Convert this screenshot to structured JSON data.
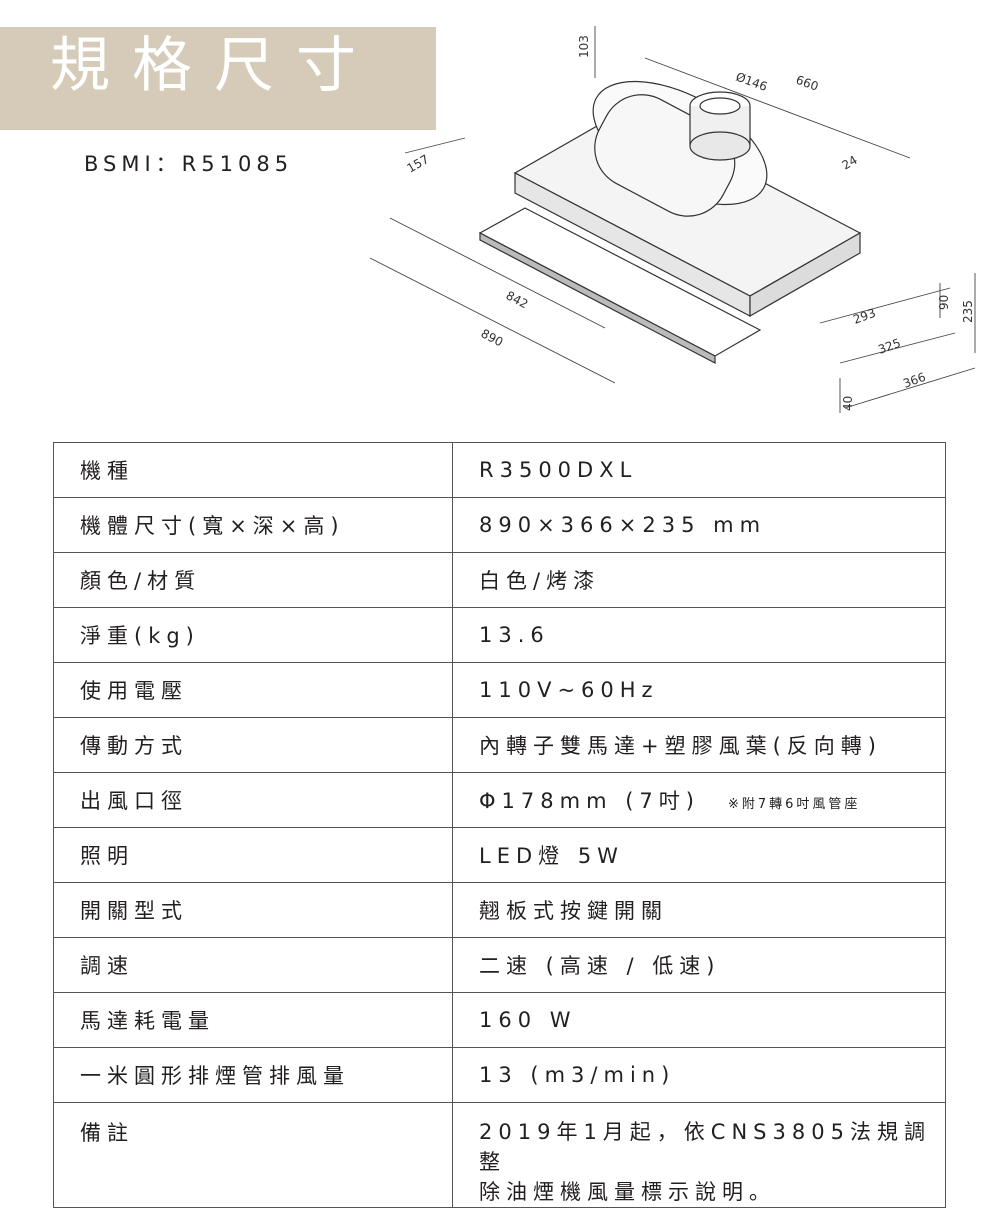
{
  "header": {
    "title": "規格尺寸",
    "bsmi": "BSMI：R51085"
  },
  "diagram": {
    "dims": [
      "103",
      "Ø146",
      "660",
      "157",
      "24",
      "842",
      "890",
      "293",
      "90",
      "235",
      "325",
      "366",
      "40"
    ]
  },
  "specs": [
    {
      "label": "機種",
      "value": "R3500DXL"
    },
    {
      "label": "機體尺寸(寬×深×高)",
      "value": "890×366×235 mm"
    },
    {
      "label": "顏色/材質",
      "value": "白色/烤漆"
    },
    {
      "label": "淨重(kg)",
      "value": "13.6"
    },
    {
      "label": "使用電壓",
      "value": "110V~60Hz"
    },
    {
      "label": "傳動方式",
      "value": "內轉子雙馬達+塑膠風葉(反向轉)"
    },
    {
      "label": "出風口徑",
      "value": "Φ178mm (7吋)",
      "note": "※附7轉6吋風管座"
    },
    {
      "label": "照明",
      "value": "LED燈 5W"
    },
    {
      "label": "開關型式",
      "value": "翹板式按鍵開關"
    },
    {
      "label": "調速",
      "value": "二速 (高速 / 低速)"
    },
    {
      "label": "馬達耗電量",
      "value": "160 W"
    },
    {
      "label": "一米圓形排煙管排風量",
      "value": "13 (m3/min)"
    },
    {
      "label": "備註",
      "value_lines": [
        "2019年1月起，依CNS3805法規調整",
        "除油煙機風量標示說明。"
      ]
    }
  ]
}
